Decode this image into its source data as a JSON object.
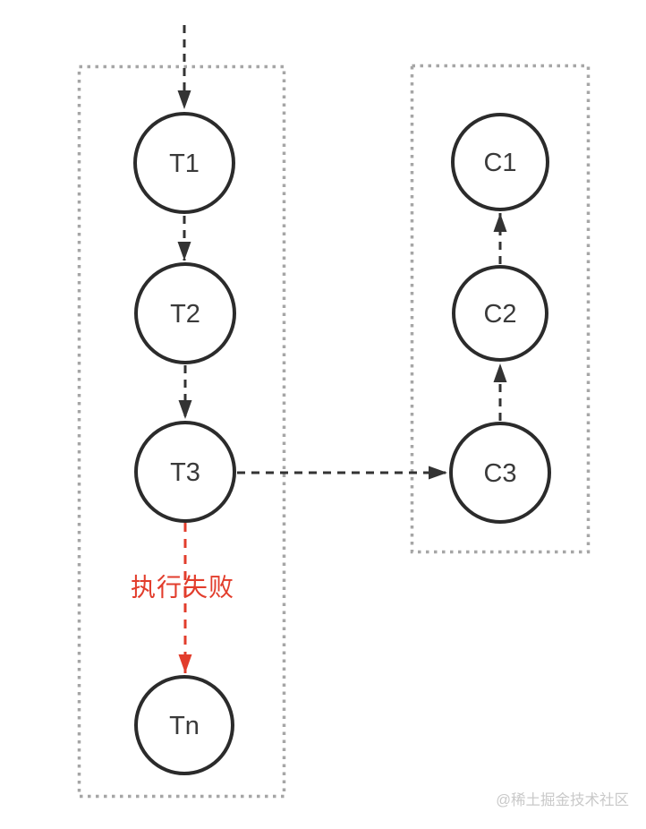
{
  "page": {
    "background": "#ffffff",
    "watermark": "@稀土掘金技术社区"
  },
  "diagram": {
    "transaction_branch": {
      "nodes": {
        "t1": "T1",
        "t2": "T2",
        "t3": "T3",
        "tn": "Tn"
      }
    },
    "compensation_branch": {
      "nodes": {
        "c1": "C1",
        "c2": "C2",
        "c3": "C3"
      }
    },
    "failure_label": "执行失败",
    "colors": {
      "node_stroke": "#2b2b2b",
      "arrow": "#333333",
      "failure_red": "#e23d2c",
      "group_border": "#a6a6a6",
      "watermark_gray": "#c9c9c9"
    }
  }
}
